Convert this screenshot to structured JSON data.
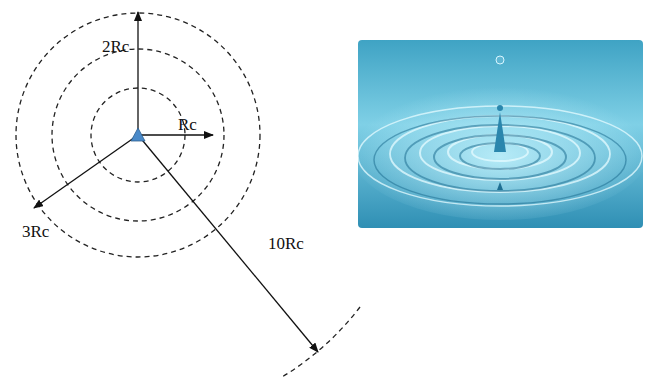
{
  "diagram": {
    "labels": [
      "2Rc",
      "Rc",
      "3Rc",
      "10Rc"
    ]
  }
}
